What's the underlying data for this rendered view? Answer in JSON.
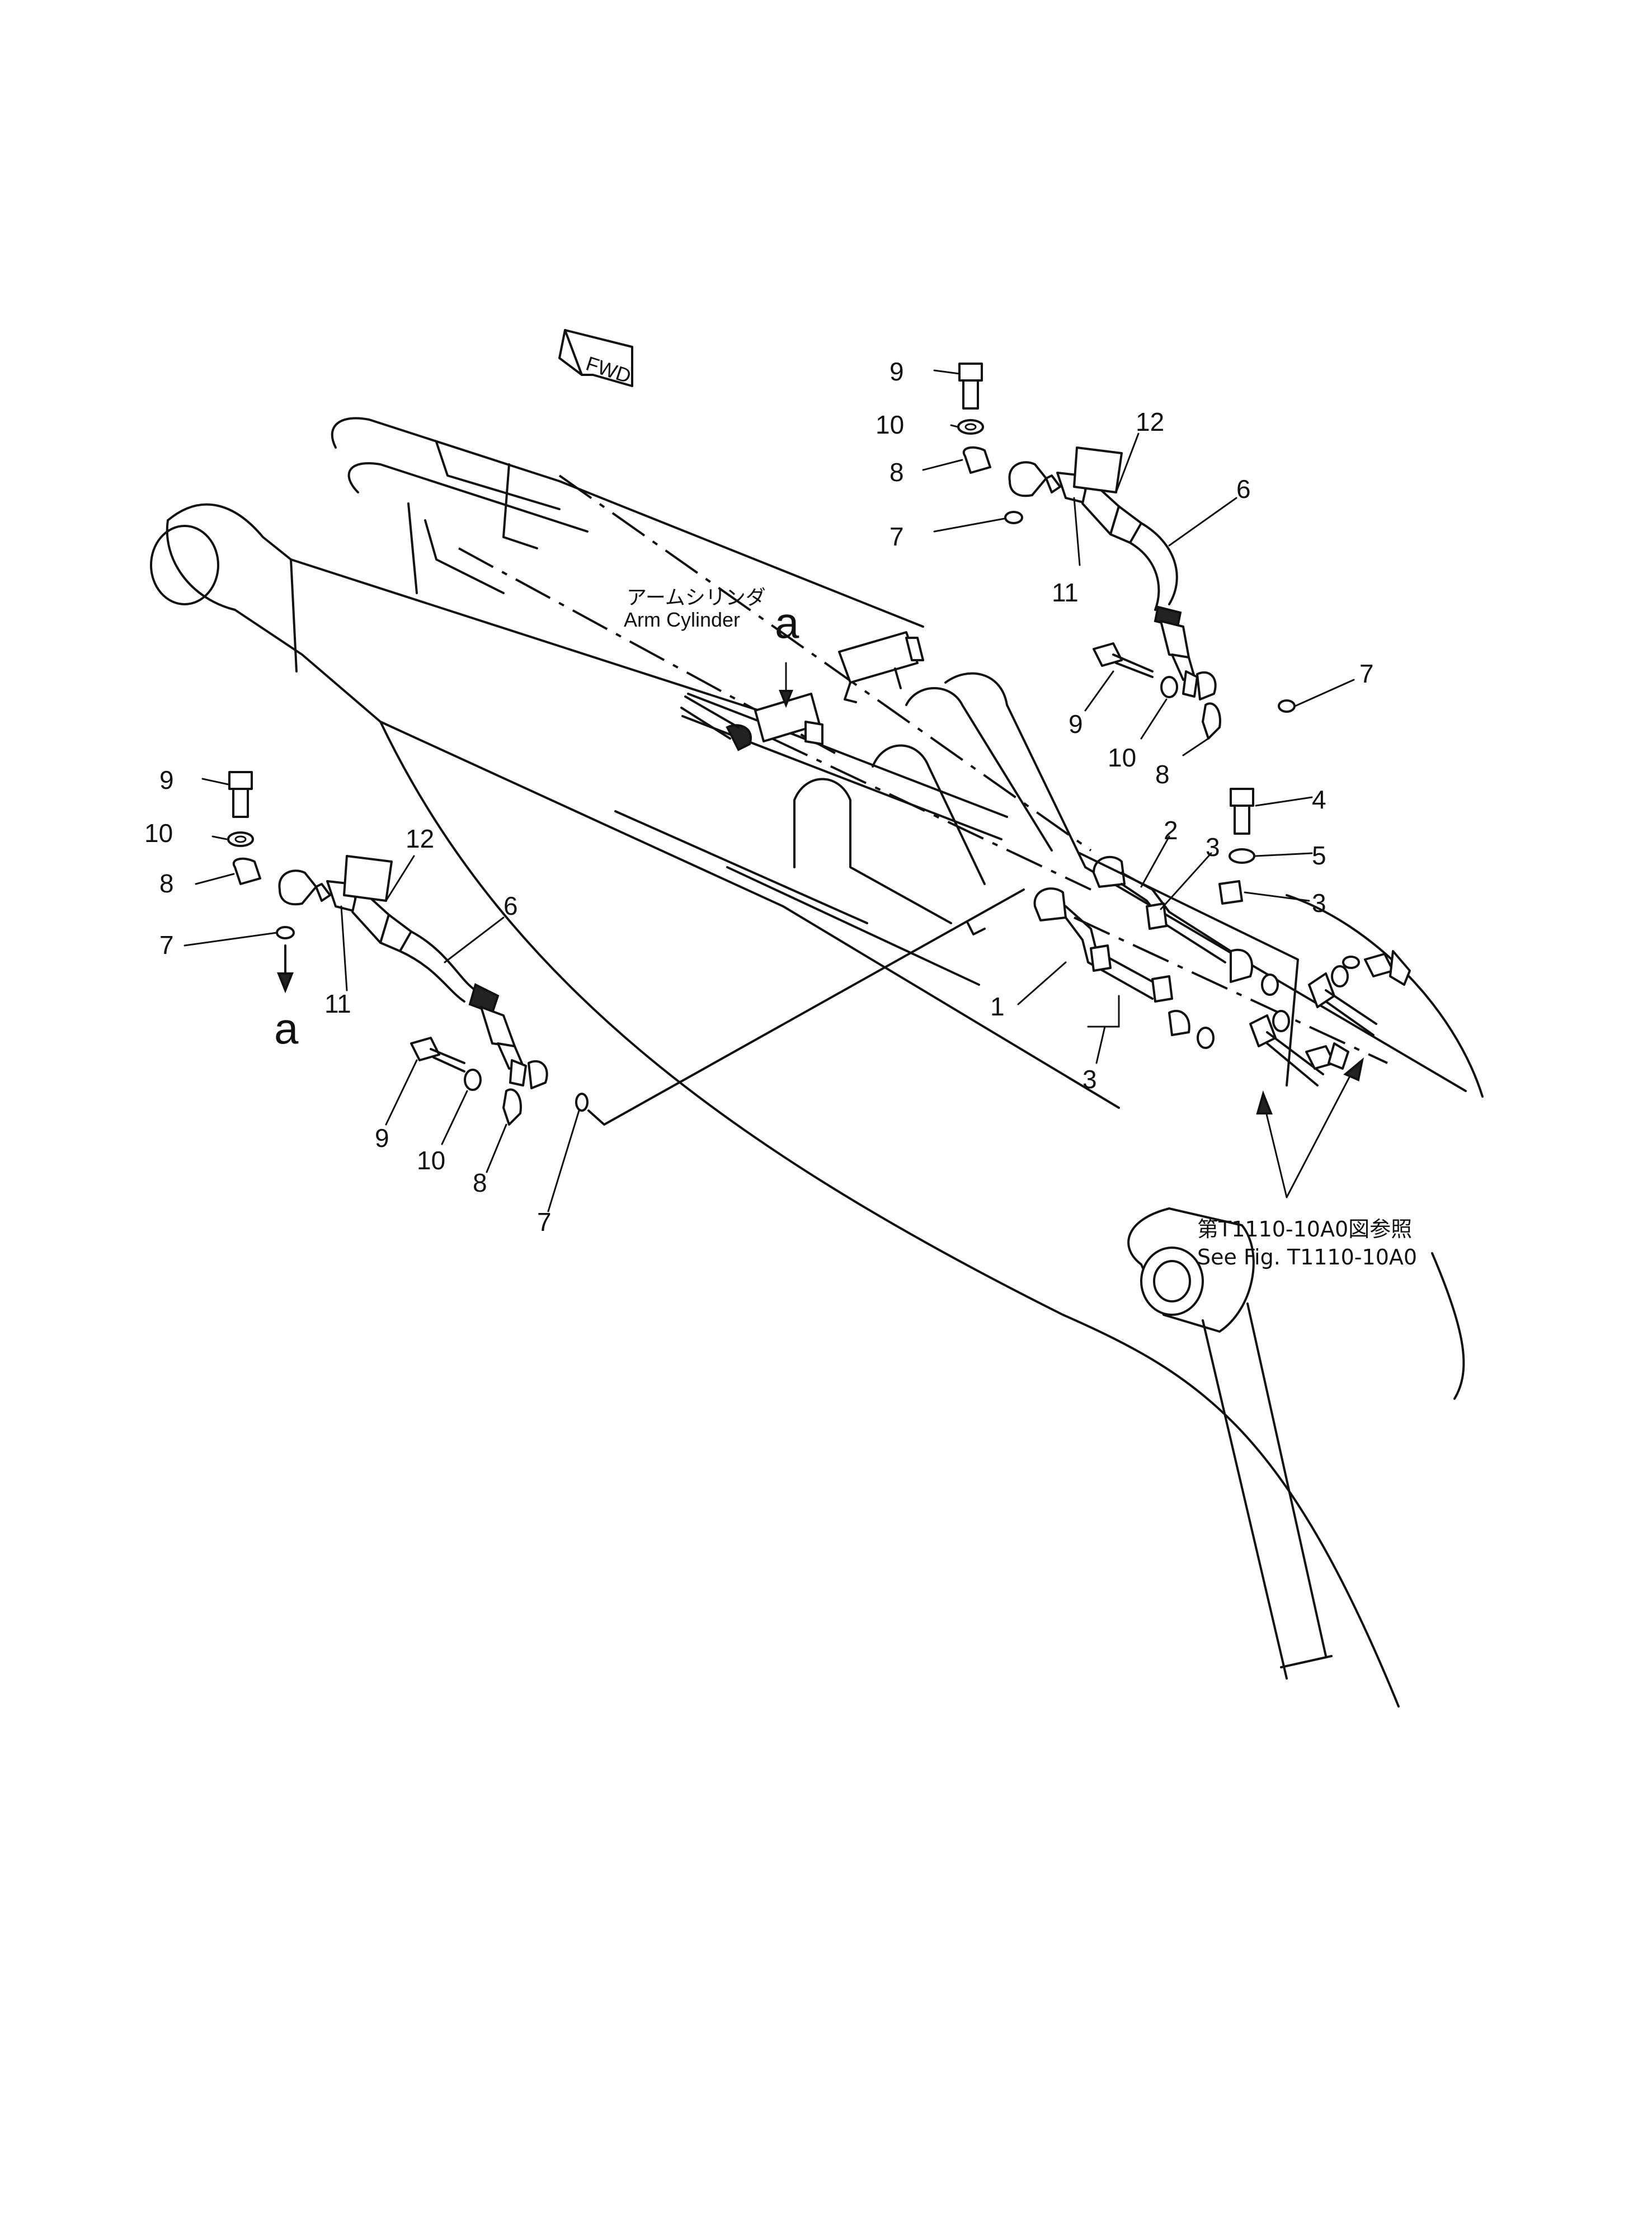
{
  "fwd_label": "FWD",
  "arm_cylinder": {
    "jp": "アームシリンダ",
    "en": "Arm Cylinder"
  },
  "view_marker": "a",
  "reference": {
    "jp": "第T1110-10A0図参照",
    "en": "See  Fig.  T1110-10A0"
  },
  "callouts": {
    "n1": "1",
    "n2": "2",
    "n3": "3",
    "n4": "4",
    "n5": "5",
    "n6": "6",
    "n7": "7",
    "n8": "8",
    "n9": "9",
    "n10": "10",
    "n11": "11",
    "n12": "12"
  }
}
